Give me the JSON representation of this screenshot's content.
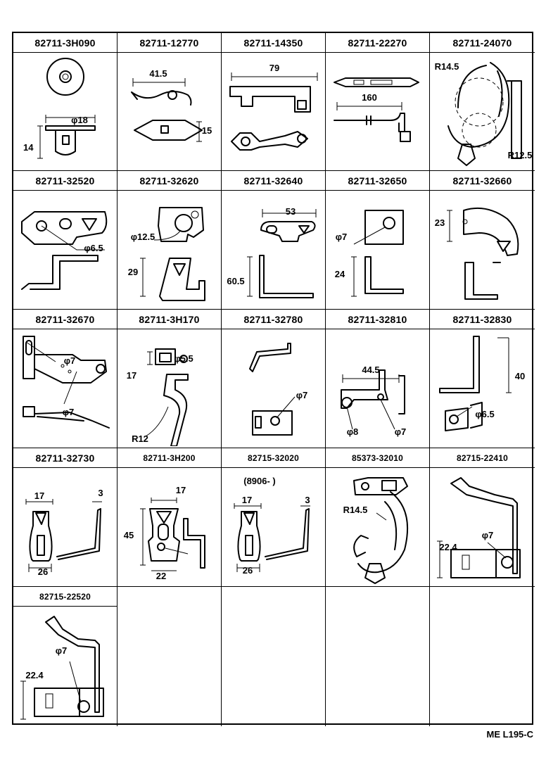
{
  "footer_code": "ME  L195-C",
  "cells": [
    {
      "pn": "82711-3H090",
      "dims": [
        "φ18",
        "14"
      ]
    },
    {
      "pn": "82711-12770",
      "dims": [
        "41.5",
        "15"
      ]
    },
    {
      "pn": "82711-14350",
      "dims": [
        "79"
      ]
    },
    {
      "pn": "82711-22270",
      "dims": [
        "160"
      ]
    },
    {
      "pn": "82711-24070",
      "dims": [
        "R14.5",
        "R12.5"
      ]
    },
    {
      "pn": "82711-32520",
      "dims": [
        "φ6.5"
      ]
    },
    {
      "pn": "82711-32620",
      "dims": [
        "φ12.5",
        "29"
      ]
    },
    {
      "pn": "82711-32640",
      "dims": [
        "53",
        "60.5"
      ]
    },
    {
      "pn": "82711-32650",
      "dims": [
        "φ7",
        "24"
      ]
    },
    {
      "pn": "82711-32660",
      "dims": [
        "23"
      ]
    },
    {
      "pn": "82711-32670",
      "dims": [
        "φ7",
        "φ7"
      ]
    },
    {
      "pn": "82711-3H170",
      "dims": [
        "φ5.5",
        "17",
        "R12"
      ]
    },
    {
      "pn": "82711-32780",
      "dims": [
        "φ7"
      ]
    },
    {
      "pn": "82711-32810",
      "dims": [
        "44.5",
        "φ8",
        "φ7"
      ]
    },
    {
      "pn": "82711-32830",
      "dims": [
        "40",
        "φ6.5"
      ]
    },
    {
      "pn": "82711-32730",
      "dims": [
        "17",
        "3",
        "26"
      ]
    },
    {
      "pn": "82711-3H200",
      "dims": [
        "17",
        "45",
        "22"
      ]
    },
    {
      "pn": "82715-32020",
      "dims": [
        "(8906-          )",
        "17",
        "3",
        "26"
      ]
    },
    {
      "pn": "85373-32010",
      "dims": [
        "R14.5"
      ]
    },
    {
      "pn": "82715-22410",
      "dims": [
        "φ7",
        "22.4"
      ]
    },
    {
      "pn": "82715-22520",
      "dims": [
        "φ7",
        "22.4"
      ]
    },
    {
      "pn": "",
      "dims": []
    },
    {
      "pn": "",
      "dims": []
    },
    {
      "pn": "",
      "dims": []
    },
    {
      "pn": "",
      "dims": []
    }
  ]
}
